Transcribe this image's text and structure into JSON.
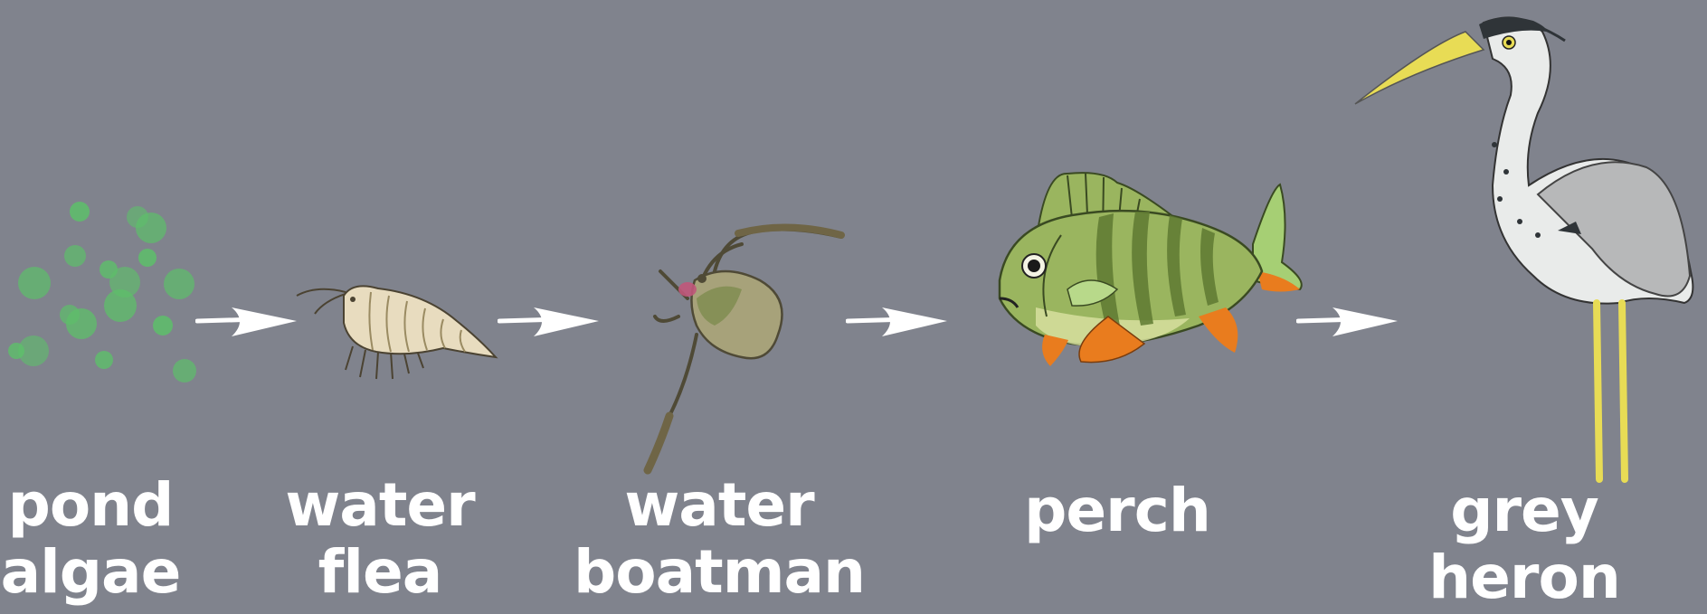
{
  "food_chain": [
    {
      "id": "pond-algae",
      "label": "pond\nalgae"
    },
    {
      "id": "water-flea",
      "label": "water\nflea"
    },
    {
      "id": "water-boatman",
      "label": "water\nboatman"
    },
    {
      "id": "perch",
      "label": "perch"
    },
    {
      "id": "grey-heron",
      "label": "grey heron"
    }
  ],
  "colors": {
    "background": "#80838d",
    "text": "#ffffff",
    "arrow": "#ffffff",
    "algae": "#5dbf6a",
    "flea": "#e8dcbf",
    "boatman": "#a7a27a",
    "perch_body": "#9ab55f",
    "perch_fins": "#e97c1e",
    "heron_body": "#e9ebea",
    "heron_wing": "#b7b8b9",
    "heron_beak": "#e8dc55"
  },
  "icons": [
    "algae-cluster-icon",
    "water-flea-icon",
    "water-boatman-icon",
    "perch-icon",
    "grey-heron-icon",
    "arrow-right-icon"
  ]
}
